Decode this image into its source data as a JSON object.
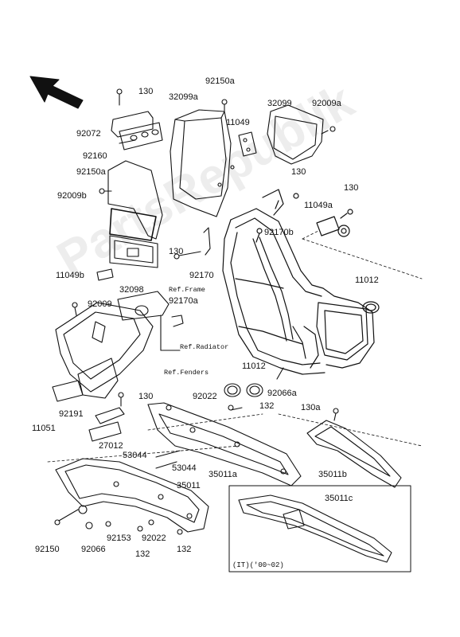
{
  "labels": {
    "l_130_top": "130",
    "l_92150a_top": "92150a",
    "l_32099a": "32099a",
    "l_92072": "92072",
    "l_11049": "11049",
    "l_32099": "32099",
    "l_92009a": "92009a",
    "l_92160": "92160",
    "l_92150a_left": "92150a",
    "l_130_shield": "130",
    "l_92009b": "92009b",
    "l_130_right": "130",
    "l_11049a": "11049a",
    "l_92170b": "92170b",
    "l_130_mid": "130",
    "l_11049b": "11049b",
    "l_92170": "92170",
    "l_11012_right": "11012",
    "l_32098": "32098",
    "l_92009": "92009",
    "l_92170a": "92170a",
    "l_11012_mid": "11012",
    "l_92022_top": "92022",
    "l_92066a": "92066a",
    "l_130_low": "130",
    "l_132_mid": "132",
    "l_92191": "92191",
    "l_130a": "130a",
    "l_11051": "11051",
    "l_27012": "27012",
    "l_53044_a": "53044",
    "l_53044_b": "53044",
    "l_35011a": "35011a",
    "l_35011b": "35011b",
    "l_35011": "35011",
    "l_35011c": "35011c",
    "l_92153": "92153",
    "l_92022_bot": "92022",
    "l_92150": "92150",
    "l_92066": "92066",
    "l_132_a": "132",
    "l_132_b": "132"
  },
  "refs": {
    "frame": "Ref.Frame",
    "radiator": "Ref.Radiator",
    "fenders": "Ref.Fenders"
  },
  "variant_note": "(IT)('00~02)",
  "watermark": "PartsRepublik",
  "icons": {
    "direction": "front-direction-arrow-icon"
  }
}
